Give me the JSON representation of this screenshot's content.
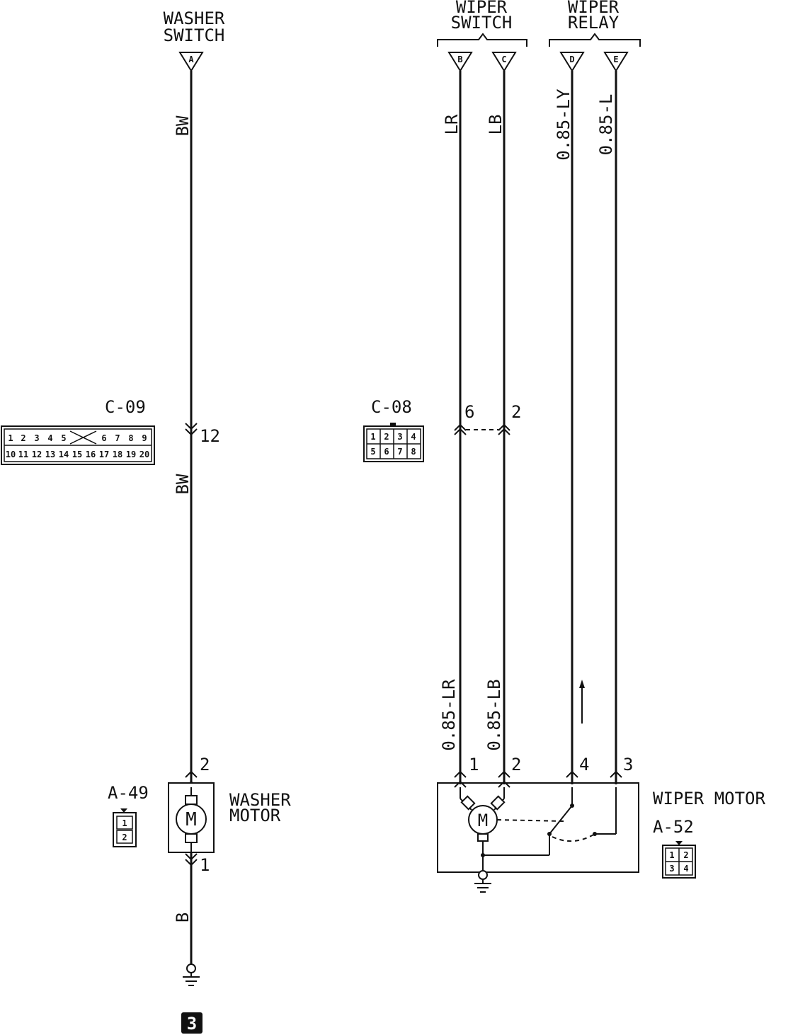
{
  "components": {
    "washer_switch": {
      "line1": "WASHER",
      "line2": "SWITCH"
    },
    "wiper_switch": {
      "line1": "WIPER",
      "line2": "SWITCH"
    },
    "wiper_relay": {
      "line1": "WIPER",
      "line2": "RELAY"
    },
    "washer_motor": {
      "line1": "WASHER",
      "line2": "MOTOR",
      "connector": "A-49"
    },
    "wiper_motor": {
      "label": "WIPER MOTOR",
      "connector": "A-52"
    }
  },
  "terminals": {
    "A": "A",
    "B": "B",
    "C": "C",
    "D": "D",
    "E": "E"
  },
  "wire_colors": {
    "a_upper": "BW",
    "a_lower": "BW",
    "ground": "B",
    "b": "LR",
    "c": "LB",
    "d": "0.85-LY",
    "e": "0.85-L",
    "b_lower": "0.85-LR",
    "c_lower": "0.85-LB"
  },
  "connectors": {
    "c09": {
      "label": "C-09",
      "pin": "12",
      "row1": [
        "1",
        "2",
        "3",
        "4",
        "5",
        "",
        "6",
        "7",
        "8",
        "9"
      ],
      "row2": [
        "10",
        "11",
        "12",
        "13",
        "14",
        "15",
        "16",
        "17",
        "18",
        "19",
        "20"
      ]
    },
    "c08": {
      "label": "C-08",
      "pin_b": "6",
      "pin_c": "2",
      "row1": [
        "1",
        "2",
        "3",
        "4"
      ],
      "row2": [
        "5",
        "6",
        "7",
        "8"
      ]
    },
    "a49": {
      "top": "2",
      "bottom": "1",
      "pins": [
        "1",
        "2"
      ]
    },
    "a52": {
      "pin_1": "1",
      "pin_2": "2",
      "pin_4": "4",
      "pin_3": "3",
      "pins": [
        "1",
        "2",
        "3",
        "4"
      ]
    }
  },
  "motor_symbol": "M",
  "page_badge": "3"
}
